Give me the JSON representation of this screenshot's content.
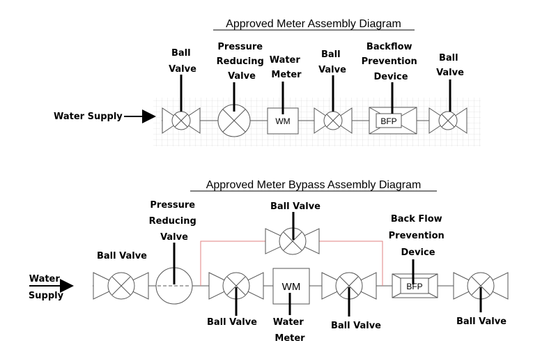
{
  "diagram1": {
    "title": "Approved Meter Assembly Diagram",
    "labels": {
      "ball_valve_1": [
        "Ball",
        "Valve"
      ],
      "prv": [
        "Pressure",
        "Reducing",
        "Valve"
      ],
      "water_meter": [
        "Water",
        "Meter"
      ],
      "ball_valve_2": [
        "Ball",
        "Valve"
      ],
      "backflow": [
        "Backflow",
        "Prevention",
        "Device"
      ],
      "ball_valve_3": [
        "Ball",
        "Valve"
      ],
      "supply": "Water Supply"
    },
    "wm_text": "WM",
    "bfp_text": "BFP"
  },
  "diagram2": {
    "title": "Approved Meter Bypass Assembly Diagram",
    "labels": {
      "prv": [
        "Pressure",
        "Reducing",
        "Valve"
      ],
      "bypass_ball_valve": "Ball Valve",
      "backflow": [
        "Back Flow",
        "Prevention",
        "Device"
      ],
      "ball_valve_left": "Ball Valve",
      "supply": [
        "Water",
        "Supply"
      ],
      "ball_valve_bottom_1": "Ball Valve",
      "water_meter": [
        "Water",
        "Meter"
      ],
      "ball_valve_bottom_2": "Ball Valve",
      "ball_valve_bottom_3": "Ball Valve"
    },
    "wm_text": "WM",
    "bfp_text": "BFP"
  },
  "colors": {
    "bypass_line": "#e08080",
    "grid": "#d0d0d0",
    "pipe": "#555555",
    "symbol": "#555555"
  }
}
